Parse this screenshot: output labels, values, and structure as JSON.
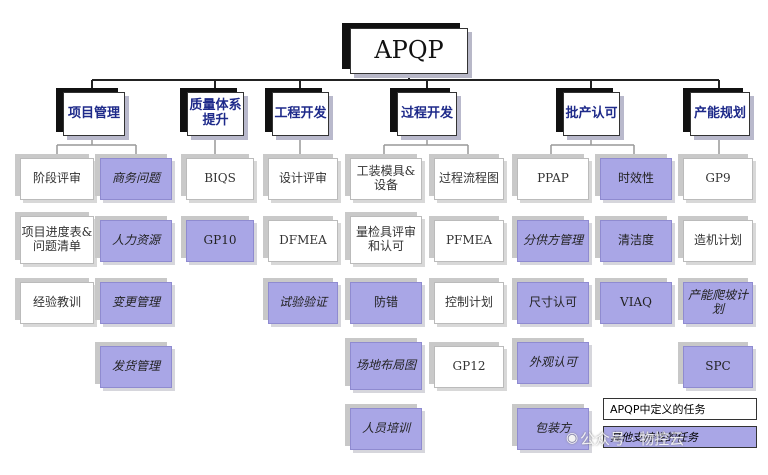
{
  "root": {
    "label": "APQP"
  },
  "categories": {
    "project": {
      "label": "项目管理"
    },
    "quality": {
      "label": "质量体系提升"
    },
    "engineering": {
      "label": "工程开发"
    },
    "process": {
      "label": "过程开发"
    },
    "production": {
      "label": "批产认可"
    },
    "capacity": {
      "label": "产能规划"
    }
  },
  "items": {
    "p1": "阶段评审",
    "p2": "项目进度表&问题清单",
    "p3": "经验教训",
    "p4": "商务问题",
    "p5": "人力资源",
    "p6": "变更管理",
    "p7": "发货管理",
    "q1": "BIQS",
    "q2": "GP10",
    "e1": "设计评审",
    "e2": "DFMEA",
    "e3": "试验验证",
    "r1": "工装模具&设备",
    "r2": "量检具评审和认可",
    "r3": "防错",
    "r4": "场地布局图",
    "r5": "人员培训",
    "r6": "过程流程图",
    "r7": "PFMEA",
    "r8": "控制计划",
    "r9": "GP12",
    "b1": "PPAP",
    "b2": "分供方管理",
    "b3": "尺寸认可",
    "b4": "外观认可",
    "b5": "包装方",
    "b6": "时效性",
    "b7": "清洁度",
    "b8": "VIAQ",
    "c1": "GP9",
    "c2": "造机计划",
    "c3": "产能爬坡计划",
    "c4": "SPC"
  },
  "legend": {
    "white_label": "APQP中定义的任务",
    "purple_label": "其他支持性的任务"
  },
  "watermark": "公众号 · 物控云",
  "colors": {
    "purple_fill": "#a9a6e6",
    "category_text": "#1e2a8a"
  }
}
